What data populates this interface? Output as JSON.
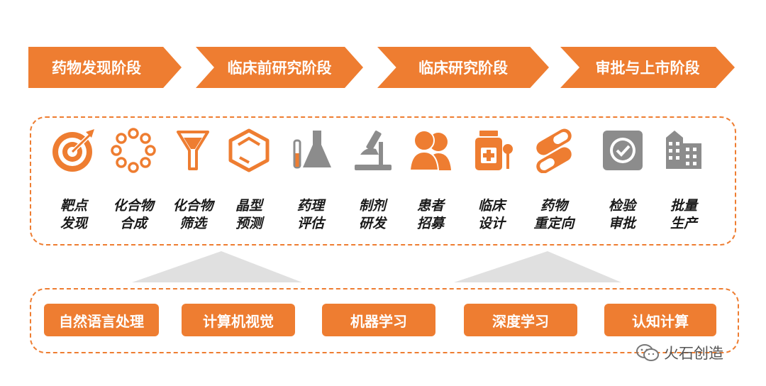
{
  "stages": [
    "药物发现阶段",
    "临床前研究阶段",
    "临床研究阶段",
    "审批与上市阶段"
  ],
  "applications": [
    {
      "line1": "靶点",
      "line2": "发现",
      "icon": "target-icon"
    },
    {
      "line1": "化合物",
      "line2": "合成",
      "icon": "molecule-ring-icon"
    },
    {
      "line1": "化合物",
      "line2": "筛选",
      "icon": "funnel-icon"
    },
    {
      "line1": "晶型",
      "line2": "预测",
      "icon": "hexagon-crystal-icon"
    },
    {
      "line1": "药理",
      "line2": "评估",
      "icon": "flask-icon"
    },
    {
      "line1": "制剂",
      "line2": "研发",
      "icon": "microscope-icon"
    },
    {
      "line1": "患者",
      "line2": "招募",
      "icon": "patients-icon"
    },
    {
      "line1": "临床",
      "line2": "设计",
      "icon": "medicine-bottle-icon"
    },
    {
      "line1": "药物",
      "line2": "重定向",
      "icon": "capsule-icon"
    },
    {
      "line1": "检验",
      "line2": "审批",
      "icon": "checkmark-box-icon"
    },
    {
      "line1": "批量",
      "line2": "生产",
      "icon": "factory-icon"
    }
  ],
  "technologies": [
    "自然语言处理",
    "计算机视觉",
    "机器学习",
    "深度学习",
    "认知计算"
  ],
  "watermark": "火石创造",
  "colors": {
    "accent": "#ee7d31",
    "gray": "#8c8c8c",
    "triangle": "#e0e0e0"
  }
}
